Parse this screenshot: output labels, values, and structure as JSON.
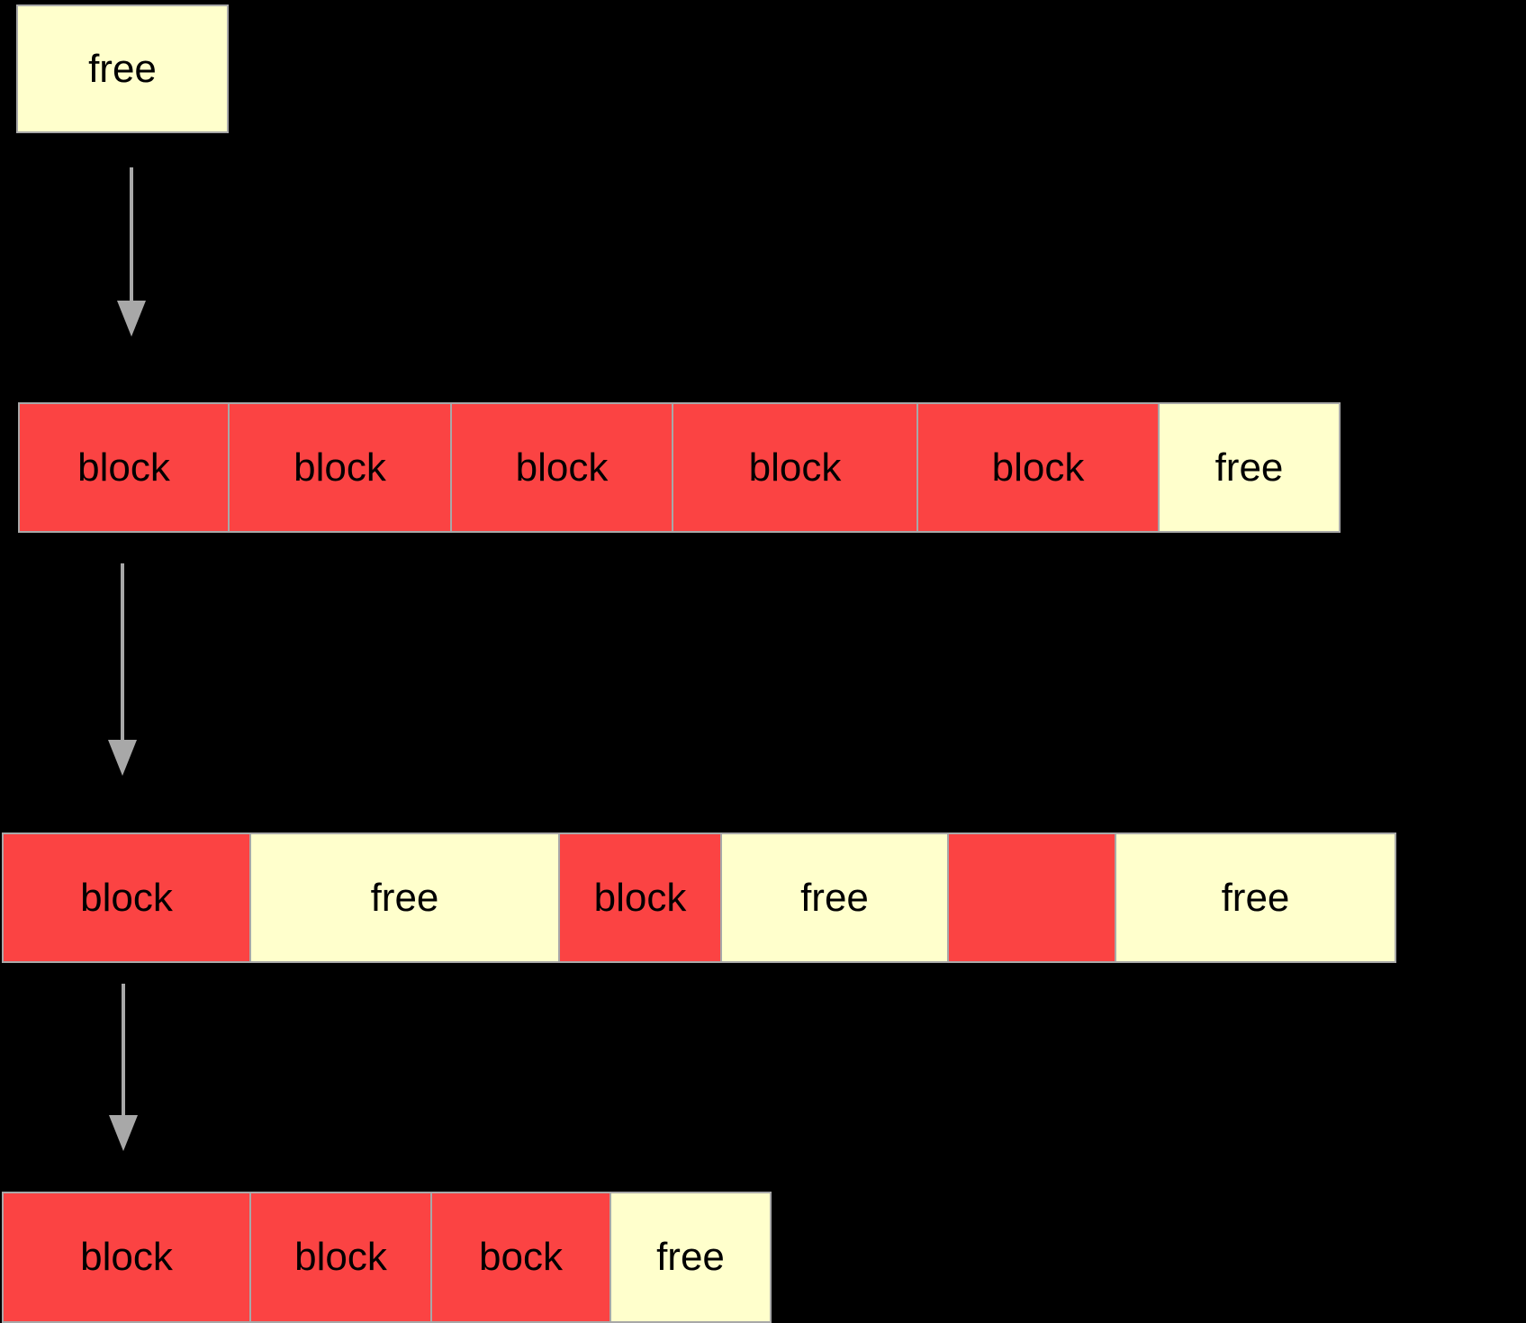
{
  "diagram": {
    "title": "memory-allocation-fragmentation",
    "colors": {
      "background": "#000000",
      "free_fill": "#ffffcc",
      "block_fill": "#fb4343",
      "border": "#a8a8a8",
      "arrow": "#a8a8a8",
      "text": "#000000"
    },
    "labels": {
      "free": "free",
      "block": "block",
      "bock": "bock",
      "empty": ""
    },
    "rows": [
      {
        "id": "row-1",
        "cells": [
          {
            "label": "free",
            "kind": "free"
          }
        ]
      },
      {
        "id": "row-2",
        "cells": [
          {
            "label": "block",
            "kind": "block"
          },
          {
            "label": "block",
            "kind": "block"
          },
          {
            "label": "block",
            "kind": "block"
          },
          {
            "label": "block",
            "kind": "block"
          },
          {
            "label": "block",
            "kind": "block"
          },
          {
            "label": "free",
            "kind": "free"
          }
        ]
      },
      {
        "id": "row-3",
        "cells": [
          {
            "label": "block",
            "kind": "block"
          },
          {
            "label": "free",
            "kind": "free"
          },
          {
            "label": "block",
            "kind": "block"
          },
          {
            "label": "free",
            "kind": "free"
          },
          {
            "label": "",
            "kind": "block"
          },
          {
            "label": "free",
            "kind": "free"
          }
        ]
      },
      {
        "id": "row-4",
        "cells": [
          {
            "label": "block",
            "kind": "block"
          },
          {
            "label": "block",
            "kind": "block"
          },
          {
            "label": "bock",
            "kind": "block"
          },
          {
            "label": "free",
            "kind": "free"
          }
        ]
      }
    ],
    "arrows": [
      {
        "id": "arrow-1",
        "from_row": "row-1",
        "to_row": "row-2"
      },
      {
        "id": "arrow-2",
        "from_row": "row-2",
        "to_row": "row-3"
      },
      {
        "id": "arrow-3",
        "from_row": "row-3",
        "to_row": "row-4"
      }
    ]
  }
}
